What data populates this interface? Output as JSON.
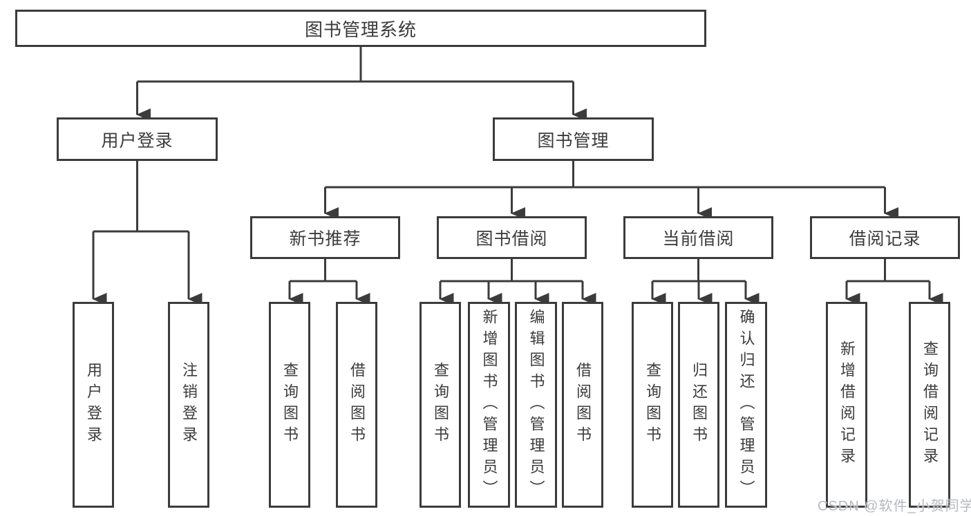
{
  "tree": {
    "label": "图书管理系统",
    "children": [
      {
        "label": "用户登录",
        "children": [
          {
            "label": "用户登录"
          },
          {
            "label": "注销登录"
          }
        ]
      },
      {
        "label": "图书管理",
        "children": [
          {
            "label": "新书推荐",
            "children": [
              {
                "label": "查询图书"
              },
              {
                "label": "借阅图书"
              }
            ]
          },
          {
            "label": "图书借阅",
            "children": [
              {
                "label": "查询图书"
              },
              {
                "label": "新增图书（管理员）"
              },
              {
                "label": "编辑图书（管理员）"
              },
              {
                "label": "借阅图书"
              }
            ]
          },
          {
            "label": "当前借阅",
            "children": [
              {
                "label": "查询图书"
              },
              {
                "label": "归还图书"
              },
              {
                "label": "确认归还（管理员）"
              }
            ]
          },
          {
            "label": "借阅记录",
            "children": [
              {
                "label": "新增借阅记录"
              },
              {
                "label": "查询借阅记录"
              }
            ]
          }
        ]
      }
    ]
  },
  "watermark": "CSDN @软件_小贺同学",
  "colors": {
    "line": "#3b3b3b",
    "background": "#ffffff",
    "watermark": "#b5b9bf"
  }
}
